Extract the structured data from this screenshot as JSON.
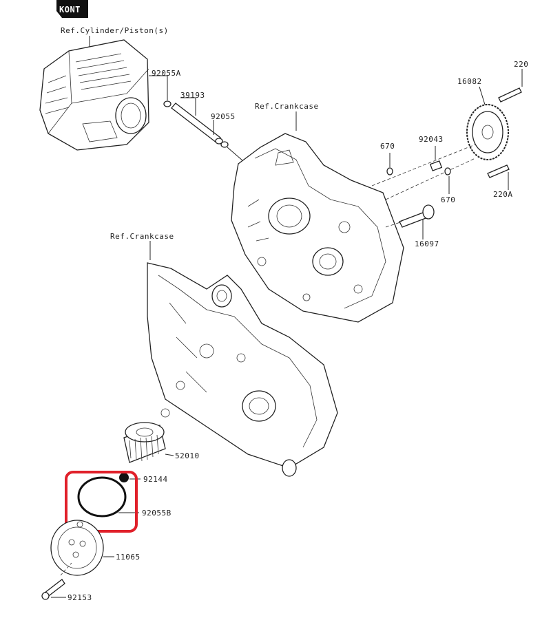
{
  "logo_text": "KONT",
  "refs": {
    "cylinder": "Ref.Cylinder/Piston(s)",
    "crankcase_right": "Ref.Crankcase",
    "crankcase_left": "Ref.Crankcase"
  },
  "parts": {
    "p220": "220",
    "p16082": "16082",
    "p92055A": "92055A",
    "p39193": "39193",
    "p92055": "92055",
    "p670": "670",
    "p92043": "92043",
    "p670b": "670",
    "p220A": "220A",
    "p16097": "16097",
    "p52010": "52010",
    "p92144": "92144",
    "p92055B": "92055B",
    "p11065": "11065",
    "p92153": "92153"
  },
  "highlight": {
    "color": "#e0202a",
    "target": "92055B"
  },
  "colors": {
    "line": "#222222",
    "background": "#ffffff"
  }
}
